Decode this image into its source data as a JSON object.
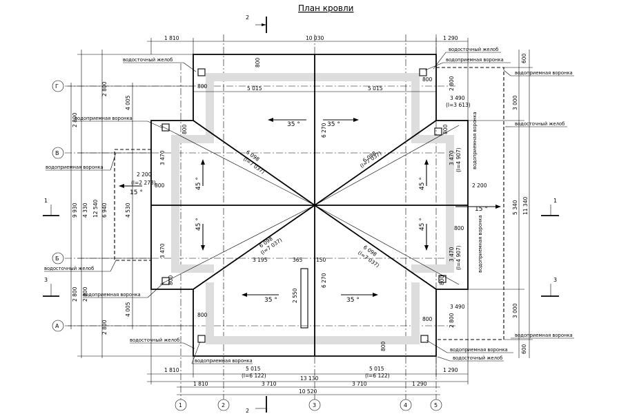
{
  "title": "План кровли",
  "section_marks": {
    "top": "2",
    "bottom": "2",
    "left1": "1",
    "right1": "1",
    "left3": "3",
    "right3": "3"
  },
  "axes_rows": [
    "Г",
    "В",
    "Б",
    "А"
  ],
  "axes_cols": [
    "1",
    "2",
    "3",
    "4",
    "5"
  ],
  "dims_top": {
    "left": "1 810",
    "middle": "10 030",
    "right": "1 290"
  },
  "dims_bottom": {
    "r1_left": "1 810",
    "r1_mid_left": "5 015",
    "r1_mid_left_l": "(l=6 122)",
    "r1_mid_right": "5 015",
    "r1_mid_right_l": "(l=6 122)",
    "r1_right": "1 290",
    "r2_total": "13 130",
    "r3_a": "1 810",
    "r3_b": "3 710",
    "r3_c": "3 710",
    "r3_d": "1 290",
    "r4_total": "10 520"
  },
  "dims_left": {
    "c1_a": "2 800",
    "c1_b": "4 005",
    "c1_c": "2 800",
    "c1_total": "9 930",
    "c2_a": "4 330",
    "c2_b": "2 800",
    "c2_c": "4 005",
    "c2_d": "12 540",
    "c2_e": "6 940",
    "c3_a": "2 800",
    "c3_b": "2 800",
    "c3_c": "4 530"
  },
  "dims_right": {
    "a": "3 000",
    "b": "5 340",
    "c": "3 000",
    "total": "11 340",
    "t1": "600",
    "t2": "600"
  },
  "dims_inner": {
    "d800": "800",
    "top_left": "5 015",
    "top_right": "5 015",
    "d3490_top": "3 490",
    "d3490_top_l": "(l=3 613)",
    "ridge_v_top": "6 270",
    "ridge_v_bottom": "6 270",
    "diag_tl": "6 098",
    "diag_tl_l": "(l=7 037)",
    "diag_tr": "6 098",
    "diag_tr_l": "(l=7 037)",
    "diag_bl": "6 098",
    "diag_bl_l": "(l=7 037)",
    "diag_br": "6 098",
    "diag_br_l": "(l=7 037)",
    "left_2200": "2 200",
    "left_2200_l": "(l=2 278)",
    "right_2200": "2 200",
    "v3470_lt": "3 470",
    "v3470_lb": "3 470",
    "v3470_rt": "3 470",
    "v3470_rt_l": "(l=4 907)",
    "v3470_rb": "3 470",
    "v3470_rb_l": "(l=4 907)",
    "d3195": "3 195",
    "d2550": "2 550",
    "d365": "365",
    "d150": "150",
    "d3490_bot": "3 490",
    "d2800_r1": "2 800",
    "d2800_r2": "2 800"
  },
  "slopes": {
    "s35": "35 °",
    "s45": "45 °",
    "s15": "15 °"
  },
  "labels": {
    "gutter": "водосточный желоб",
    "funnel": "водоприемная воронка"
  }
}
